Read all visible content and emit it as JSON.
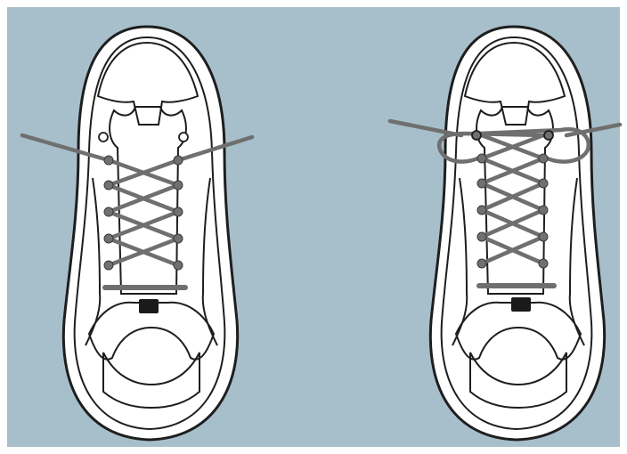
{
  "colors": {
    "background": "#a7bfcb",
    "shoe_fill": "#ffffff",
    "shoe_outline": "#1e1e1e",
    "lace": "#6f6f6f",
    "eyelet": "#707070",
    "eyelet_open": "#ffffff",
    "tag": "#1a1a1a",
    "border": "#ffffff"
  },
  "figures": [
    {
      "name": "shoe-standard-lacing",
      "top_eyelets": "open",
      "heel_loops": false
    },
    {
      "name": "shoe-heel-lock-lacing",
      "top_eyelets": "looped",
      "heel_loops": true
    }
  ]
}
